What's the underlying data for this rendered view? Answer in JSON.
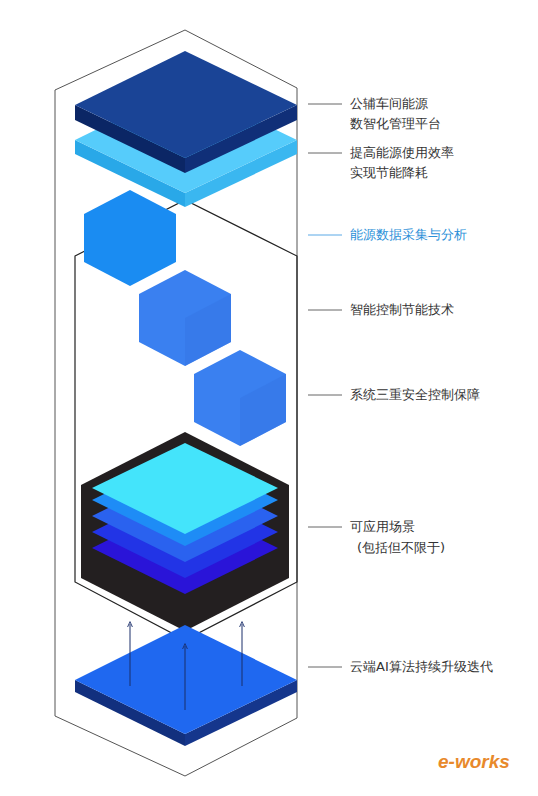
{
  "diagram": {
    "labels": [
      "公辅车间能源 数智化管理平台",
      "提高能源使用效率 实现节能降耗",
      "能源数据采集与分析",
      "智能控制节能技术",
      "系统三重安全控制保障",
      "可应用场景",
      "(包括但不限于)",
      "云端AI算法持续升级迭代",
      "e-works"
    ]
  }
}
